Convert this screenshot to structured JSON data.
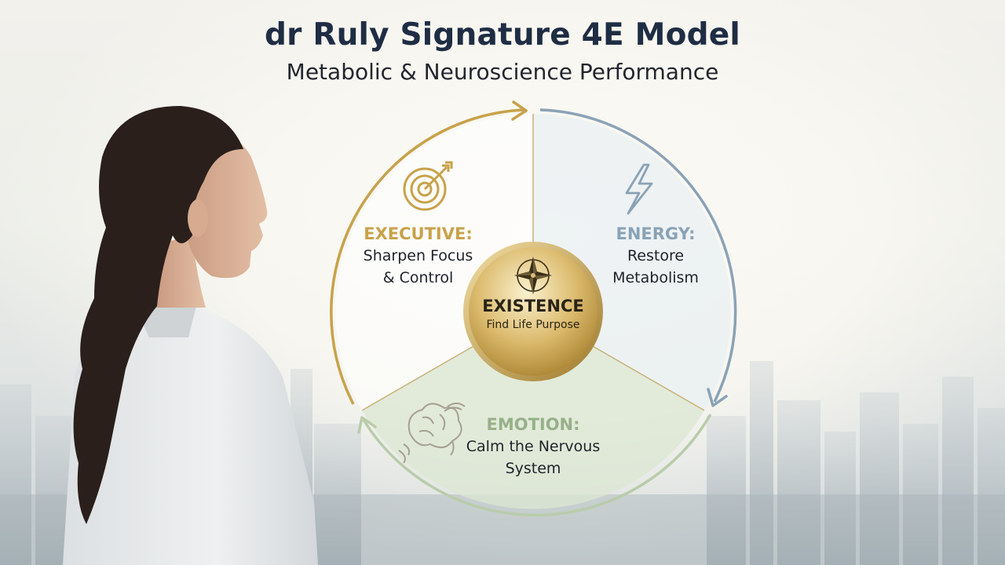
{
  "header": {
    "title": "dr Ruly Signature 4E Model",
    "subtitle": "Metabolic & Neuroscience Performance"
  },
  "colors": {
    "gold": "#c8a24a",
    "blue_gray": "#8aa2b6",
    "sage": "#b9ccab",
    "title_navy": "#1f2d44"
  },
  "segments": {
    "executive": {
      "icon": "target-icon",
      "heading": "EXECUTIVE:",
      "line1": "Sharpen Focus",
      "line2": "& Control"
    },
    "energy": {
      "icon": "lightning-icon",
      "heading": "ENERGY:",
      "line1": "Restore",
      "line2": "Metabolism"
    },
    "emotion": {
      "icon": "brain-icon",
      "heading": "EMOTION:",
      "line1": "Calm the Nervous",
      "line2": "System"
    }
  },
  "center": {
    "icon": "compass-icon",
    "title": "EXISTENCE",
    "subtitle": "Find Life Purpose"
  }
}
